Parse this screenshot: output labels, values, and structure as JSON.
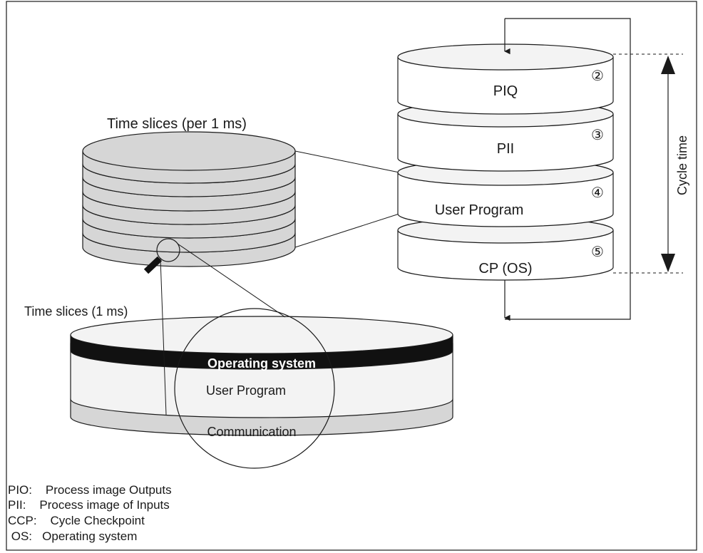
{
  "time_slices_per_ms_label": "Time slices (per 1 ms)",
  "time_slices_1ms_label": "Time slices (1 ms)",
  "cycle_stack": [
    {
      "label": "PIQ",
      "number": "②"
    },
    {
      "label": "PII",
      "number": "③"
    },
    {
      "label": "User Program",
      "number": "④"
    },
    {
      "label": "CP (OS)",
      "number": "⑤"
    }
  ],
  "cycle_time_label": "Cycle time",
  "big_cylinder": {
    "top_band_label": "Operating system",
    "middle_label": "User Program",
    "bottom_label": "Communication"
  },
  "legend": [
    "PIO:    Process image Outputs",
    "PII:    Process image of Inputs",
    "CCP:    Cycle Checkpoint",
    " OS:   Operating system"
  ],
  "colors": {
    "disc_fill": "#d6d6d6",
    "light_fill": "#f3f3f3",
    "band_fill": "#111111",
    "line": "#1a1a1a"
  }
}
